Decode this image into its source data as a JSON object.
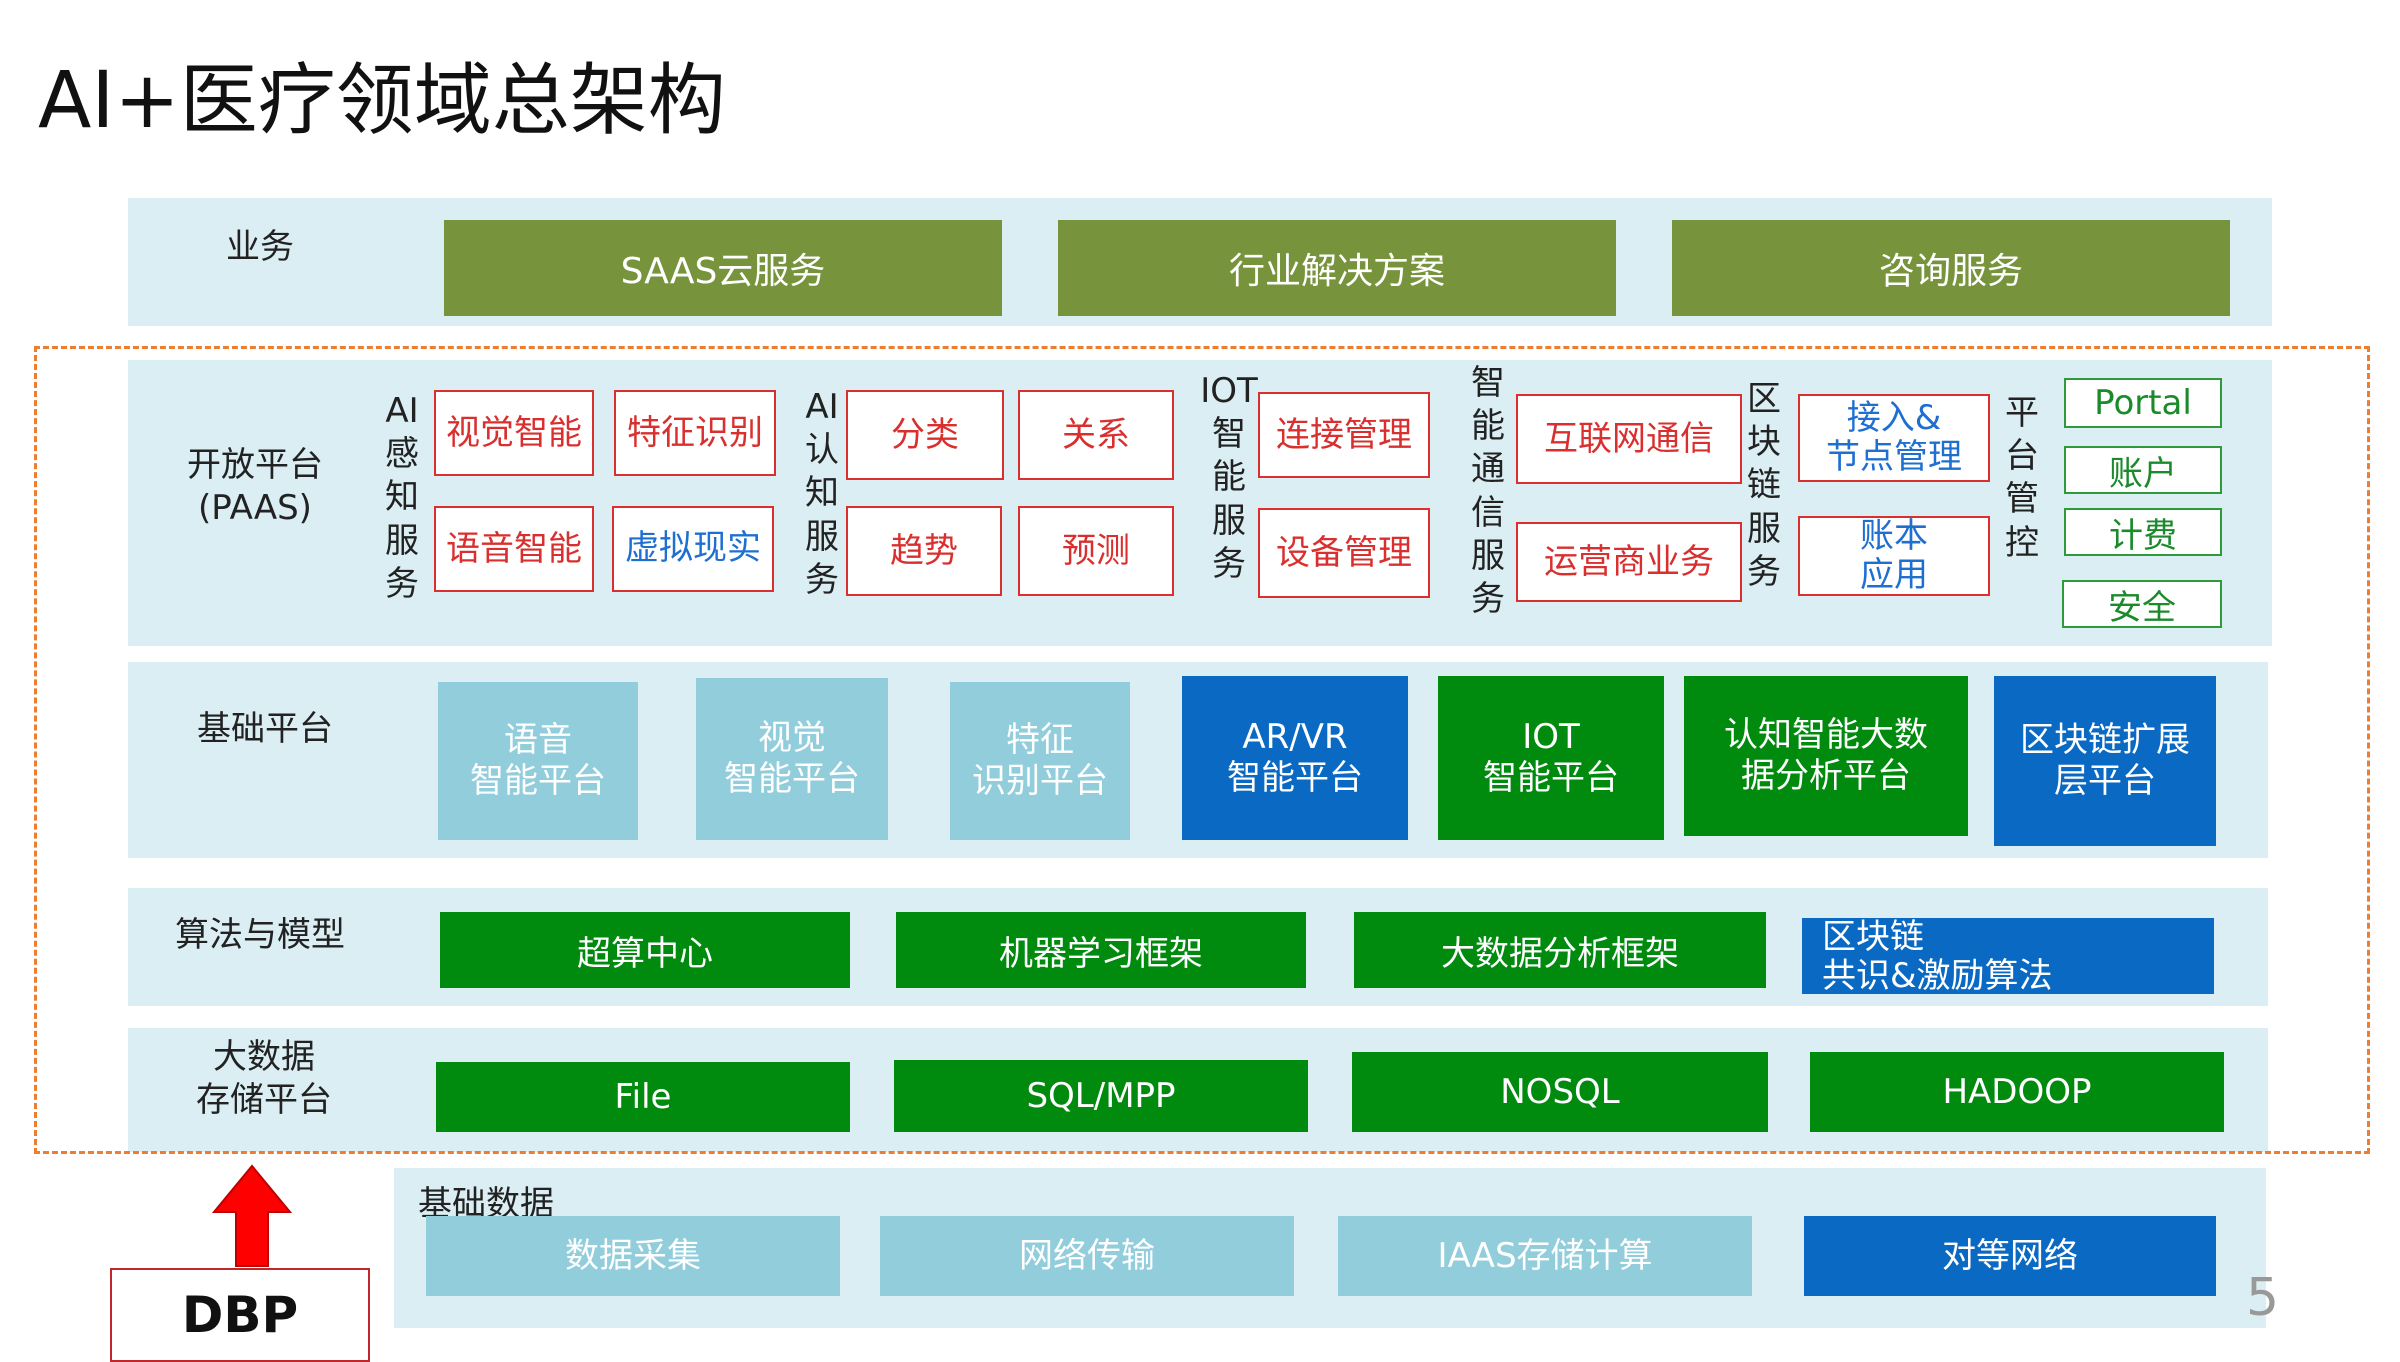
{
  "title": "AI+医疗领域总架构",
  "colors": {
    "band": "#daeef3",
    "olive": "#77933c",
    "red_outline": "#d9302f",
    "light_blue": "#92cddc",
    "dark_blue": "#0a69c2",
    "green": "#008a0e",
    "dashed_orange": "#ed7d31",
    "arrow_red": "#ff0000"
  },
  "business": {
    "label": "业务",
    "items": [
      "SAAS云服务",
      "行业解决方案",
      "咨询服务"
    ]
  },
  "paas": {
    "label": "开放平台\n(PAAS)",
    "groups": {
      "ai_perception": {
        "label": "AI\n感\n知\n服\n务",
        "items": [
          "视觉智能",
          "特征识别",
          "语音智能",
          "虚拟现实"
        ]
      },
      "ai_cognition": {
        "label": "AI\n认\n知\n服\n务",
        "items": [
          "分类",
          "关系",
          "趋势",
          "预测"
        ]
      },
      "iot": {
        "label": "IOT\n智\n能\n服\n务",
        "items": [
          "连接管理",
          "设备管理"
        ]
      },
      "comm": {
        "label": "智\n能\n通\n信\n服\n务",
        "items": [
          "互联网通信",
          "运营商业务"
        ]
      },
      "blockchain": {
        "label": "区\n块\n链\n服\n务",
        "items": [
          "接入&\n节点管理",
          "账本\n应用"
        ]
      },
      "platform": {
        "label": "平\n台\n管\n控",
        "items": [
          "Portal",
          "账户",
          "计费",
          "安全"
        ]
      }
    }
  },
  "base_platform": {
    "label": "基础平台",
    "items": [
      "语音\n智能平台",
      "视觉\n智能平台",
      "特征\n识别平台",
      "AR/VR\n智能平台",
      "IOT\n智能平台",
      "认知智能大数\n据分析平台",
      "区块链扩展\n层平台"
    ]
  },
  "algorithms": {
    "label": "算法与模型",
    "items": [
      "超算中心",
      "机器学习框架",
      "大数据分析框架",
      "区块链\n共识&激励算法"
    ]
  },
  "storage": {
    "label": "大数据\n存储平台",
    "items": [
      "File",
      "SQL/MPP",
      "NOSQL",
      "HADOOP"
    ]
  },
  "base_data": {
    "label": "基础数据",
    "items": [
      "数据采集",
      "网络传输",
      "IAAS存储计算",
      "对等网络"
    ]
  },
  "dbp": "DBP",
  "page_number": "5"
}
